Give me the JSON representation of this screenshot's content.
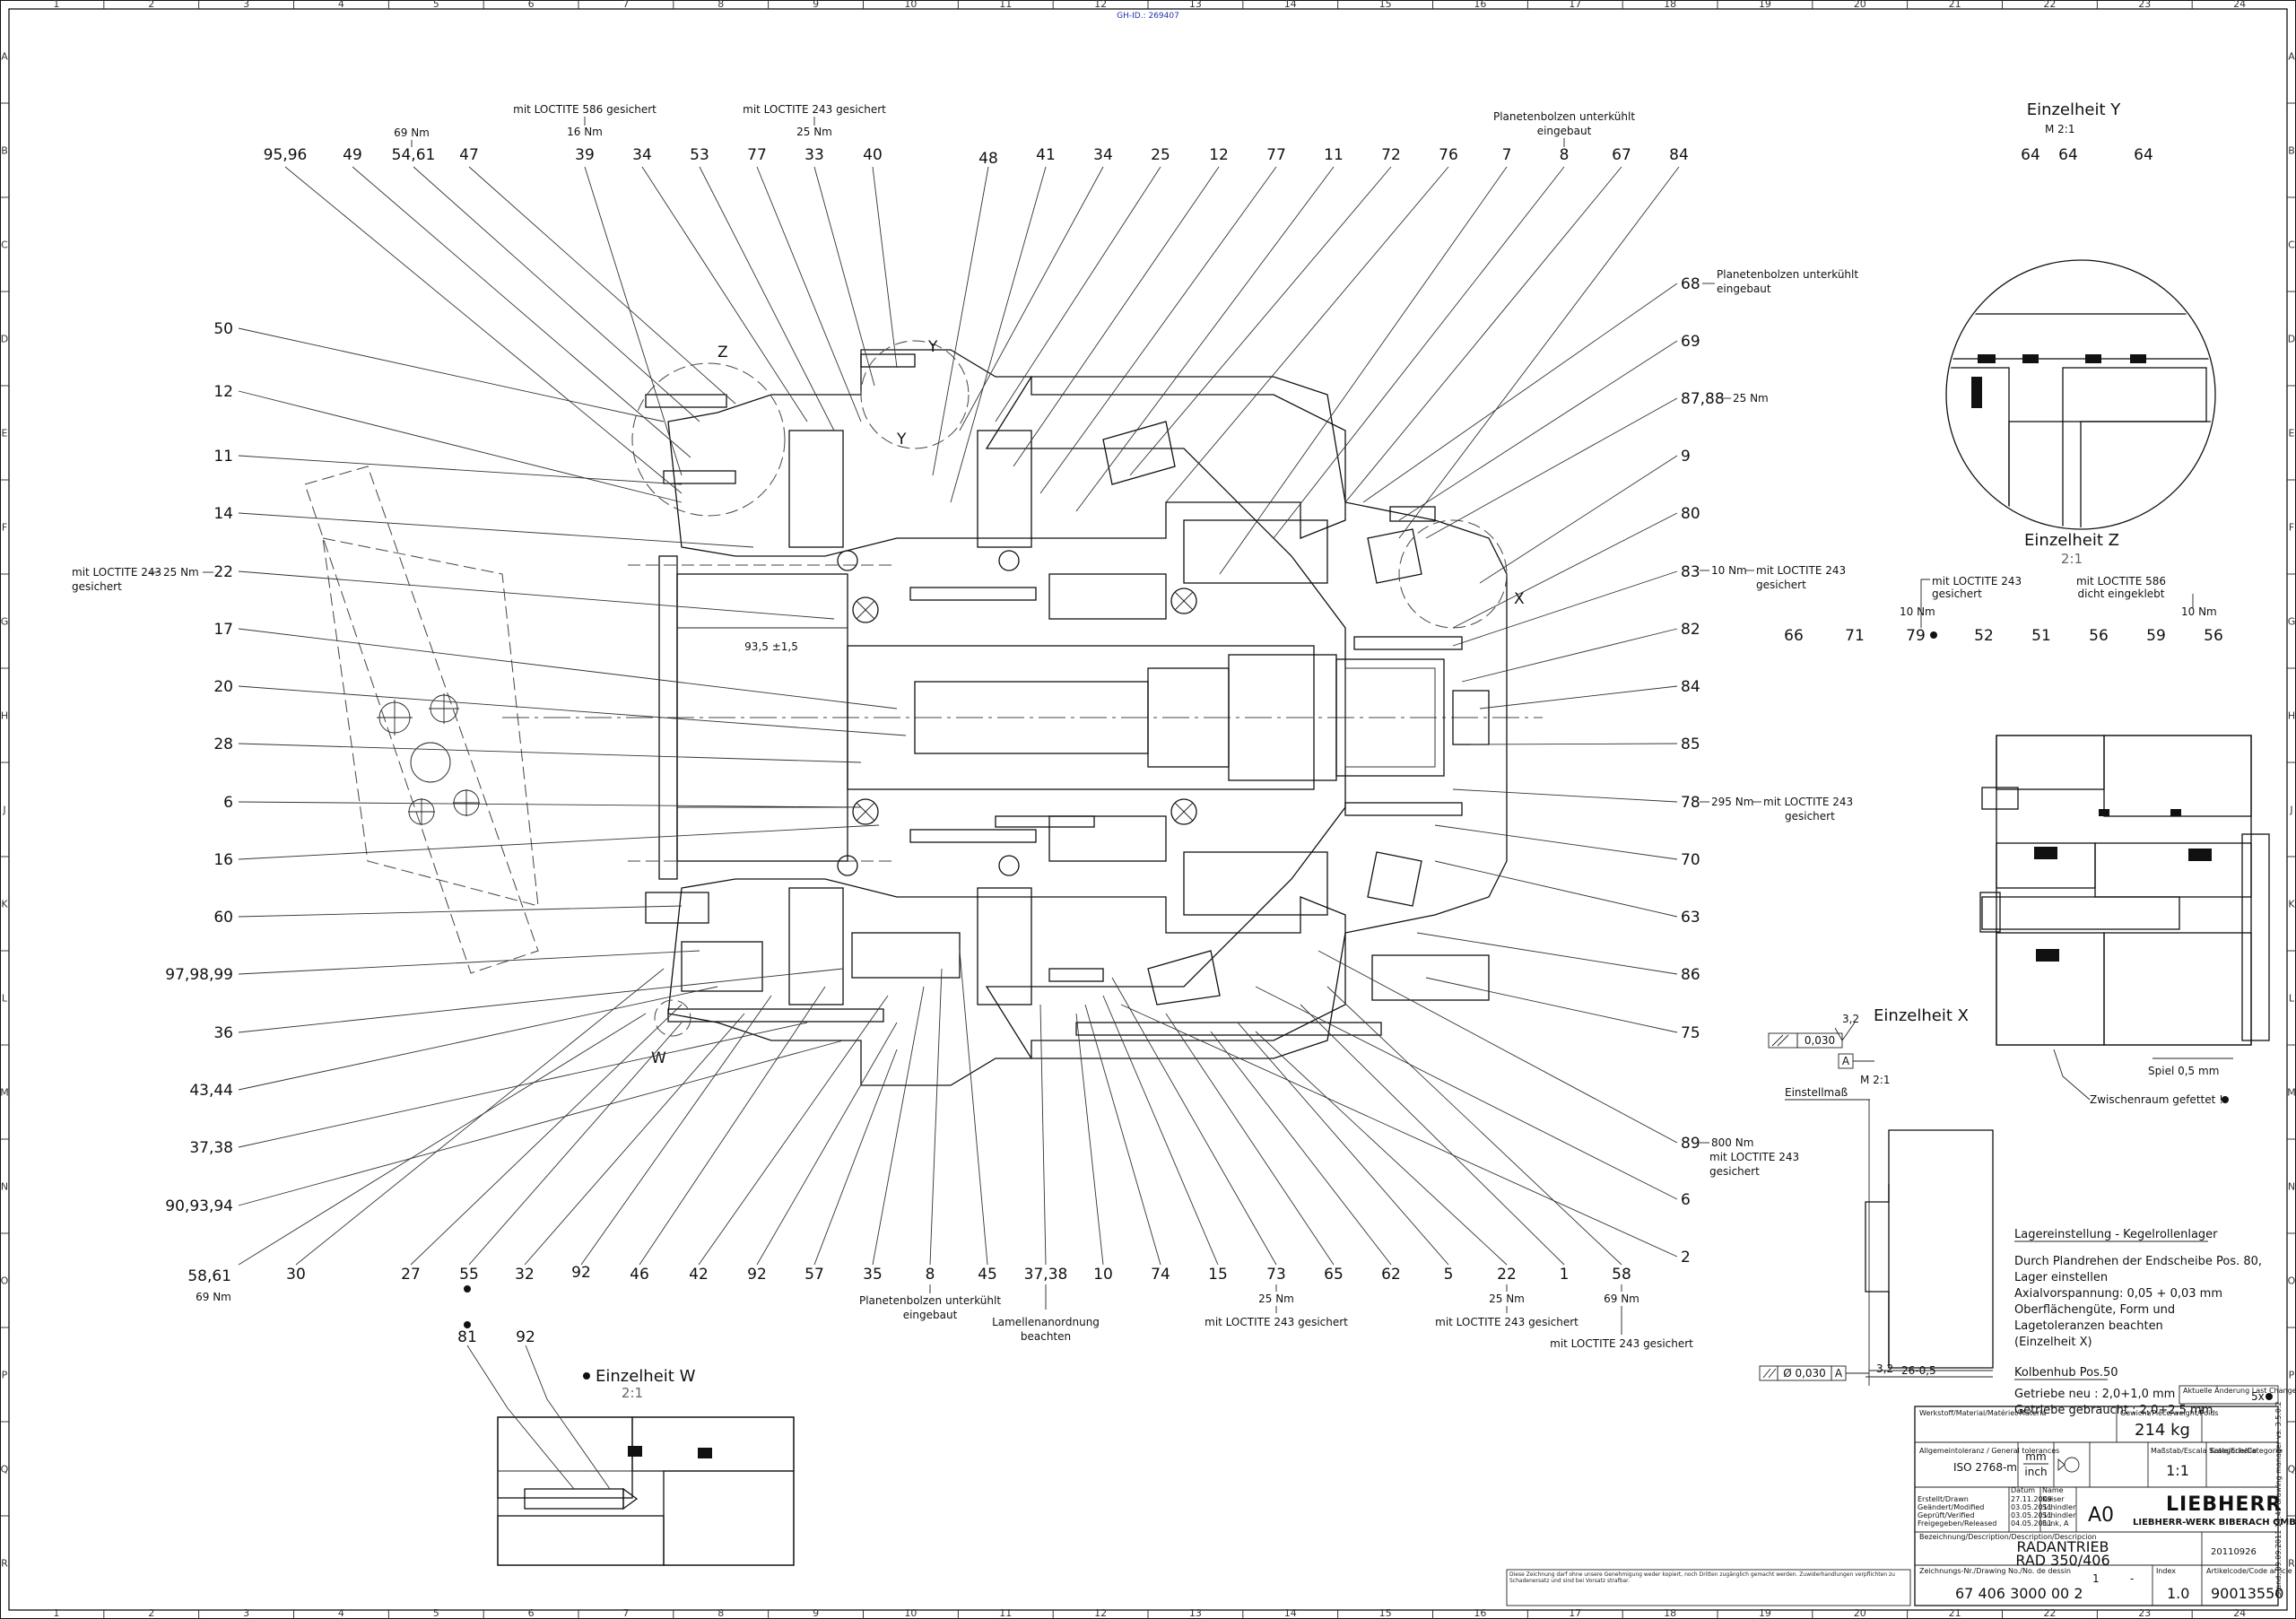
{
  "ident": "GH-ID.: 269407",
  "grid": {
    "cols": [
      "1",
      "2",
      "3",
      "4",
      "5",
      "6",
      "7",
      "8",
      "9",
      "10",
      "11",
      "12",
      "13",
      "14",
      "15",
      "16",
      "17",
      "18",
      "19",
      "20",
      "21",
      "22",
      "23",
      "24"
    ],
    "rows": [
      "A",
      "B",
      "C",
      "D",
      "E",
      "F",
      "G",
      "H",
      "J",
      "K",
      "L",
      "M",
      "N",
      "O",
      "P",
      "Q",
      "R"
    ]
  },
  "callouts_top": [
    "95,96",
    "49",
    "54,61",
    "47",
    "39",
    "34",
    "53",
    "77",
    "33",
    "40",
    "48",
    "41",
    "34",
    "25",
    "12",
    "77",
    "11",
    "72",
    "76",
    "7",
    "8",
    "67",
    "84"
  ],
  "callouts_left": [
    "50",
    "12",
    "11",
    "14",
    "22",
    "17",
    "20",
    "28",
    "6",
    "16",
    "60",
    "97,98,99",
    "36",
    "43,44",
    "37,38",
    "90,93,94",
    "58,61"
  ],
  "callouts_right": [
    "68",
    "69",
    "87,88",
    "9",
    "80",
    "83",
    "82",
    "84",
    "85",
    "78",
    "70",
    "63",
    "86",
    "75",
    "89",
    "6",
    "2"
  ],
  "callouts_bottom": [
    "30",
    "27",
    "55",
    "32",
    "92",
    "46",
    "42",
    "92",
    "57",
    "35",
    "8",
    "45",
    "37,38",
    "10",
    "74",
    "15",
    "73",
    "65",
    "62",
    "5",
    "22",
    "1",
    "58"
  ],
  "annotations": {
    "top_loctite586": "mit LOCTITE 586 gesichert",
    "top_loctite586_torque": "16 Nm",
    "top_loctite243": "mit LOCTITE 243 gesichert",
    "top_loctite243_torque": "25 Nm",
    "torque_69_top": "69 Nm",
    "planeten_top_1": "Planetenbolzen unterkühlt",
    "planeten_top_2": "eingebaut",
    "planeten_right_1": "Planetenbolzen unterkühlt",
    "planeten_right_2": "eingebaut",
    "left_22_1": "mit LOCTITE 243",
    "left_22_torque": "25 Nm",
    "left_22_2": "gesichert",
    "right_87_torque": "25 Nm",
    "right_83_torque": "10 Nm",
    "right_83_1": "mit LOCTITE 243",
    "right_83_2": "gesichert",
    "right_78_torque": "295 Nm",
    "right_78_1": "mit LOCTITE 243",
    "right_78_2": "gesichert",
    "right_89_torque": "800 Nm",
    "right_89_1": "mit LOCTITE 243",
    "right_89_2": "gesichert",
    "dim_935": "93,5 ±1,5",
    "left_58_torque": "69 Nm",
    "bottom_planeten_1": "Planetenbolzen unterkühlt",
    "bottom_planeten_2": "eingebaut",
    "bottom_lamellen_1": "Lamellenanordnung",
    "bottom_lamellen_2": "beachten",
    "bottom_73_torque": "25 Nm",
    "bottom_73_note": "mit LOCTITE 243 gesichert",
    "bottom_22_torque": "25 Nm",
    "bottom_22_note": "mit LOCTITE 243 gesichert",
    "bottom_58_torque": "69 Nm",
    "bottom_58_note": "mit LOCTITE 243 gesichert",
    "label_z": "Z",
    "label_y": "Y",
    "label_x": "X",
    "label_w": "W"
  },
  "detail_y": {
    "title": "Einzelheit Y",
    "scale": "M 2:1",
    "callouts": [
      "64",
      "64",
      "64"
    ]
  },
  "detail_z": {
    "title": "Einzelheit Z",
    "scale": "2:1",
    "note1_a": "mit LOCTITE 243",
    "note1_b": "gesichert",
    "note1_torque": "10 Nm",
    "note2_a": "mit LOCTITE 586",
    "note2_b": "dicht eingeklebt",
    "note2_torque": "10 Nm",
    "callouts": [
      "66",
      "71",
      "79",
      "52",
      "51",
      "56",
      "59",
      "56"
    ],
    "spiel": "Spiel 0,5 mm",
    "zwischenraum": "Zwischenraum gefettet !"
  },
  "detail_x": {
    "title": "Einzelheit X",
    "scale": "M 2:1",
    "roughness": "3,2",
    "datum": "A",
    "tolerance_flat": "0,030",
    "tolerance_bottom": "Ø 0,030",
    "einstellmass": "Einstellmaß",
    "dim": "26-0,5",
    "roughness_bottom": "3,2"
  },
  "detail_w": {
    "title": "Einzelheit W",
    "scale": "2:1",
    "callouts": [
      "81",
      "92"
    ]
  },
  "notes": {
    "heading": "Lagereinstellung - Kegelrollenlager",
    "lines": [
      "Durch Plandrehen der Endscheibe Pos. 80,",
      "Lager einstellen",
      "Axialvorspannung: 0,05 + 0,03 mm",
      "Oberflächengüte, Form und",
      "Lagetoleranzen beachten",
      "(Einzelheit X)"
    ],
    "heading2": "Kolbenhub Pos.50",
    "lines2": [
      "Getriebe neu : 2,0+1,0 mm",
      "Getriebe gebraucht : 2,0+2,5 mm"
    ]
  },
  "titleblock": {
    "weight": "214 kg",
    "iso": "ISO 2768-m",
    "unit_top": "mm",
    "unit_bottom": "inch",
    "scale": "1:1",
    "format": "A0",
    "brand": "LIEBHERR",
    "company": "LIEBHERR-WERK BIBERACH GMBH",
    "title1": "RADANTRIEB",
    "title2": "RAD 350/406",
    "date_code": "20110926",
    "drawing_no": "67 406 3000 00 2",
    "sheet": "1",
    "dash": "-",
    "index": "1.0",
    "code": "90013550",
    "change": "5x",
    "last_change_label": "Aktuelle Änderung Last Change",
    "material_label": "Werkstoff/Material/Matériel/Materia",
    "weight_label": "Gewicht/Piece/weight/Poids",
    "norm_label": "Allgemeintoleranz / General tolerances",
    "scale_label": "Maßstab/Escala Scale/Echelle",
    "category_label": "Kategorie/Categorie",
    "descr_label": "Bezeichnung/Description/Description/Descripcion",
    "drawno_label": "Zeichnungs-Nr./Drawing No./No. de dessin",
    "index_label": "Index",
    "code_label": "Artikelcode/Code article",
    "rows": [
      {
        "role": "Erstellt/Drawn",
        "date": "27.11.2009",
        "name": "Kaiser"
      },
      {
        "role": "Geändert/Modified",
        "date": "03.05.2011",
        "name": "Schindler"
      },
      {
        "role": "Geprüft/Verified",
        "date": "03.05.2011",
        "name": "Schindler"
      },
      {
        "role": "Freigegeben/Released",
        "date": "04.05.2011",
        "name": "Funk, A"
      }
    ],
    "date_label": "Datum",
    "name_label": "Name",
    "legal": "Diese Zeichnung darf ohne unsere Genehmigung weder kopiert, noch Dritten zugänglich gemacht werden. Zuwiderhandlungen verpflichten zu Schadenersatz und sind bei Vorsatz strafbar.",
    "side_text": "Stand: 09.09.2011 14:45 drawing manager vs. 3.5.0.2"
  }
}
